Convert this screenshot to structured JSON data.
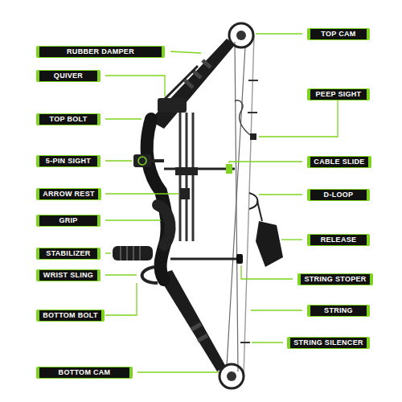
{
  "diagram": {
    "nodes": [
      {
        "text": [
          "TOP CAM"
        ]
      },
      {
        "text": [
          "RUBBER DAMPER"
        ]
      },
      {
        "text": [
          "QUIVER"
        ]
      },
      {
        "text": [
          "PEEP SIGHT"
        ]
      },
      {
        "text": [
          "TOP BOLT"
        ]
      },
      {
        "text": [
          "5-PIN SIGHT"
        ]
      },
      {
        "text": [
          "CABLE SLIDE"
        ]
      },
      {
        "text": [
          "ARROW REST"
        ]
      },
      {
        "text": [
          "D-LOOP"
        ]
      },
      {
        "text": [
          "GRIP"
        ]
      },
      {
        "text": [
          "RELEASE"
        ]
      },
      {
        "text": [
          "STABILIZER"
        ]
      },
      {
        "text": [
          "WRIST SLING"
        ]
      },
      {
        "text": [
          "STRING STOPER"
        ]
      },
      {
        "text": [
          "STRING"
        ]
      },
      {
        "text": [
          "BOTTOM BOLT"
        ]
      },
      {
        "text": [
          "STRING SILENCER"
        ]
      },
      {
        "text": [
          "BOTTOM CAM"
        ]
      }
    ]
  }
}
